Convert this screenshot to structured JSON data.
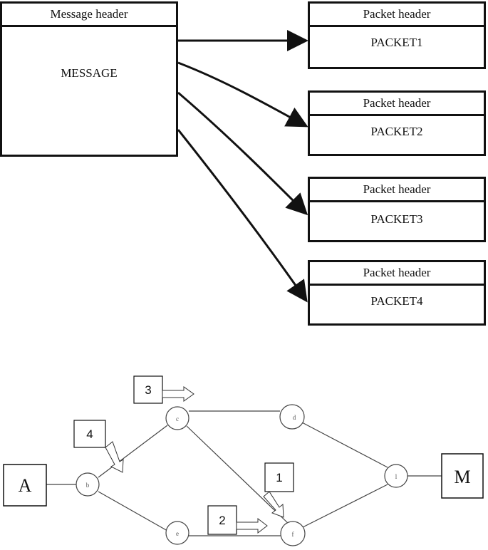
{
  "message": {
    "header": "Message header",
    "body": "MESSAGE"
  },
  "packets": [
    {
      "header": "Packet header",
      "body": "PACKET1"
    },
    {
      "header": "Packet header",
      "body": "PACKET2"
    },
    {
      "header": "Packet header",
      "body": "PACKET3"
    },
    {
      "header": "Packet header",
      "body": "PACKET4"
    }
  ],
  "network": {
    "endpoints": {
      "source": "A",
      "destination": "M"
    },
    "nodes": {
      "b": "b",
      "c": "c",
      "d": "d",
      "e": "e",
      "f": "f",
      "l": "l"
    },
    "packet_markers": [
      "1",
      "2",
      "3",
      "4"
    ]
  }
}
